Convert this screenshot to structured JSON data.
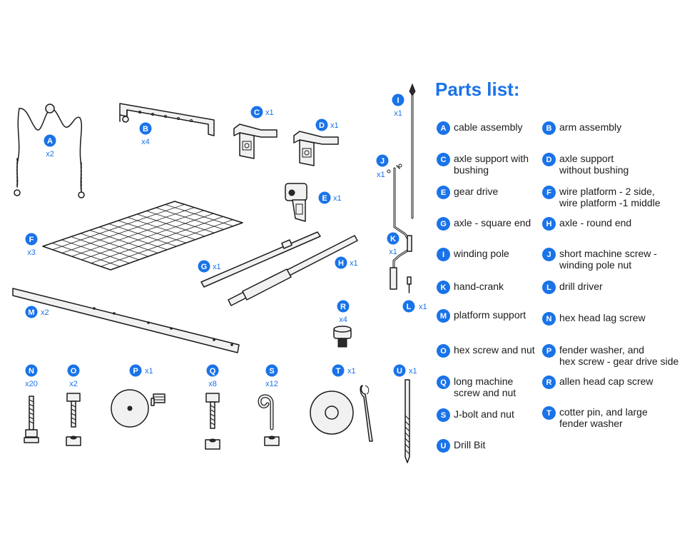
{
  "parts_list": {
    "title": "Parts list:",
    "items": [
      {
        "letter": "A",
        "label": "cable assembly"
      },
      {
        "letter": "B",
        "label": "arm assembly"
      },
      {
        "letter": "C",
        "label": "axle support with\nbushing"
      },
      {
        "letter": "D",
        "label": "axle support\nwithout bushing"
      },
      {
        "letter": "E",
        "label": "gear drive"
      },
      {
        "letter": "F",
        "label": "wire platform - 2 side,\nwire platform -1 middle"
      },
      {
        "letter": "G",
        "label": "axle - square end"
      },
      {
        "letter": "H",
        "label": "axle - round end"
      },
      {
        "letter": "I",
        "label": "winding pole"
      },
      {
        "letter": "J",
        "label": "short machine screw -\nwinding pole nut"
      },
      {
        "letter": "K",
        "label": "hand-crank"
      },
      {
        "letter": "L",
        "label": "drill driver"
      },
      {
        "letter": "M",
        "label": "platform support"
      },
      {
        "letter": "N",
        "label": "hex head lag screw"
      },
      {
        "letter": "O",
        "label": "hex screw and nut"
      },
      {
        "letter": "P",
        "label": "fender washer, and\nhex screw - gear drive side"
      },
      {
        "letter": "Q",
        "label": "long machine\nscrew and nut"
      },
      {
        "letter": "R",
        "label": "allen head cap screw"
      },
      {
        "letter": "S",
        "label": "J-bolt and nut"
      },
      {
        "letter": "T",
        "label": "cotter pin, and large\nfender washer"
      },
      {
        "letter": "U",
        "label": "Drill Bit"
      }
    ]
  },
  "callouts": {
    "A": {
      "letter": "A",
      "qty": "x2"
    },
    "B": {
      "letter": "B",
      "qty": "x4"
    },
    "C": {
      "letter": "C",
      "qty": "x1"
    },
    "D": {
      "letter": "D",
      "qty": "x1"
    },
    "E": {
      "letter": "E",
      "qty": "x1"
    },
    "F": {
      "letter": "F",
      "qty": "x3"
    },
    "G": {
      "letter": "G",
      "qty": "x1"
    },
    "H": {
      "letter": "H",
      "qty": "x1"
    },
    "I": {
      "letter": "I",
      "qty": "x1"
    },
    "J": {
      "letter": "J",
      "qty": "x1"
    },
    "K": {
      "letter": "K",
      "qty": "x1"
    },
    "L": {
      "letter": "L",
      "qty": "x1"
    },
    "M": {
      "letter": "M",
      "qty": "x2"
    },
    "N": {
      "letter": "N",
      "qty": "x20"
    },
    "O": {
      "letter": "O",
      "qty": "x2"
    },
    "P": {
      "letter": "P",
      "qty": "x1"
    },
    "Q": {
      "letter": "Q",
      "qty": "x8"
    },
    "R": {
      "letter": "R",
      "qty": "x4"
    },
    "S": {
      "letter": "S",
      "qty": "x12"
    },
    "T": {
      "letter": "T",
      "qty": "x1"
    },
    "U": {
      "letter": "U",
      "qty": "x1"
    }
  },
  "colors": {
    "accent": "#1a73e8",
    "line": "#1b1b1b",
    "text": "#1b1b1b",
    "background": "#ffffff"
  }
}
